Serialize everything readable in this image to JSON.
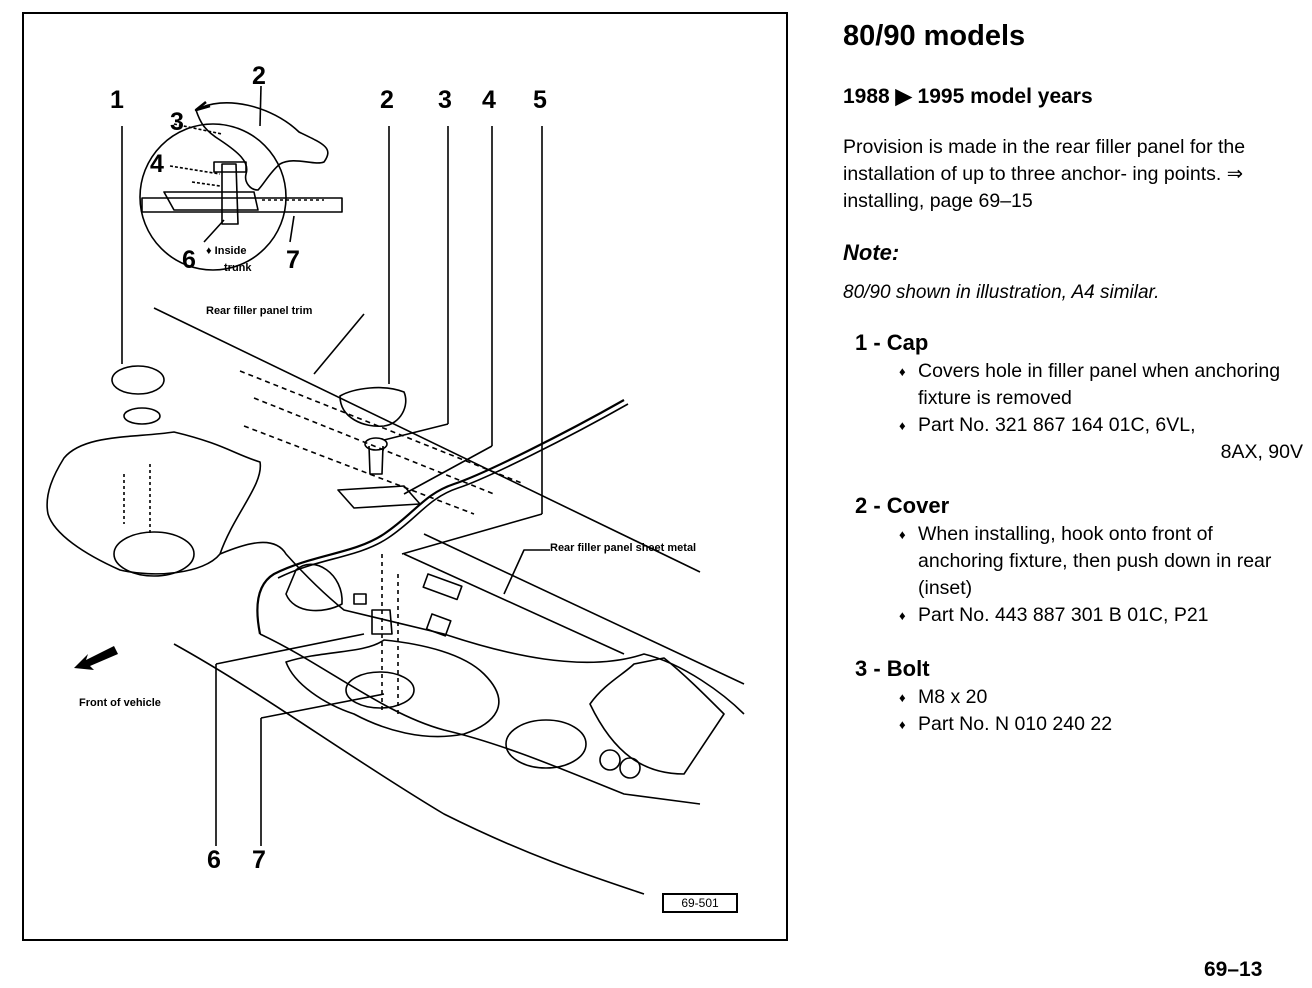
{
  "figure": {
    "callouts": [
      "1",
      "2",
      "3",
      "4",
      "5",
      "6",
      "7"
    ],
    "inset_callouts": [
      "2",
      "3",
      "4",
      "6",
      "7"
    ],
    "inset_note_line1": "♦ Inside",
    "inset_note_line2": "trunk",
    "label_trim": "Rear filler panel trim",
    "label_sheet_metal": "Rear filler panel sheet metal",
    "label_front": "Front of vehicle",
    "figure_code": "69-501"
  },
  "text": {
    "title": "80/90 models",
    "subtitle": "1988 ▶ 1995 model years",
    "intro": "Provision is made in the rear filler panel for the installation of up to three anchor- ing points.  ⇒ installing, page 69–15",
    "note_head": "Note:",
    "note_body": "80/90 shown in illustration, A4 similar.",
    "items": [
      {
        "heading": "1 - Cap",
        "bullets": [
          "Covers hole in filler panel when anchoring fixture is removed",
          "Part No.  321  867  164  01C,  6VL,"
        ],
        "continuation": "8AX, 90V"
      },
      {
        "heading": "2 - Cover",
        "bullets": [
          "When installing, hook onto front of anchoring fixture, then push down in rear (inset)",
          "Part No. 443 887 301 B 01C, P21"
        ]
      },
      {
        "heading": "3 - Bolt",
        "bullets": [
          "M8 x 20",
          "Part No. N 010 240 22"
        ]
      }
    ],
    "bullet_glyph": "♦"
  },
  "page_number": "69–13"
}
